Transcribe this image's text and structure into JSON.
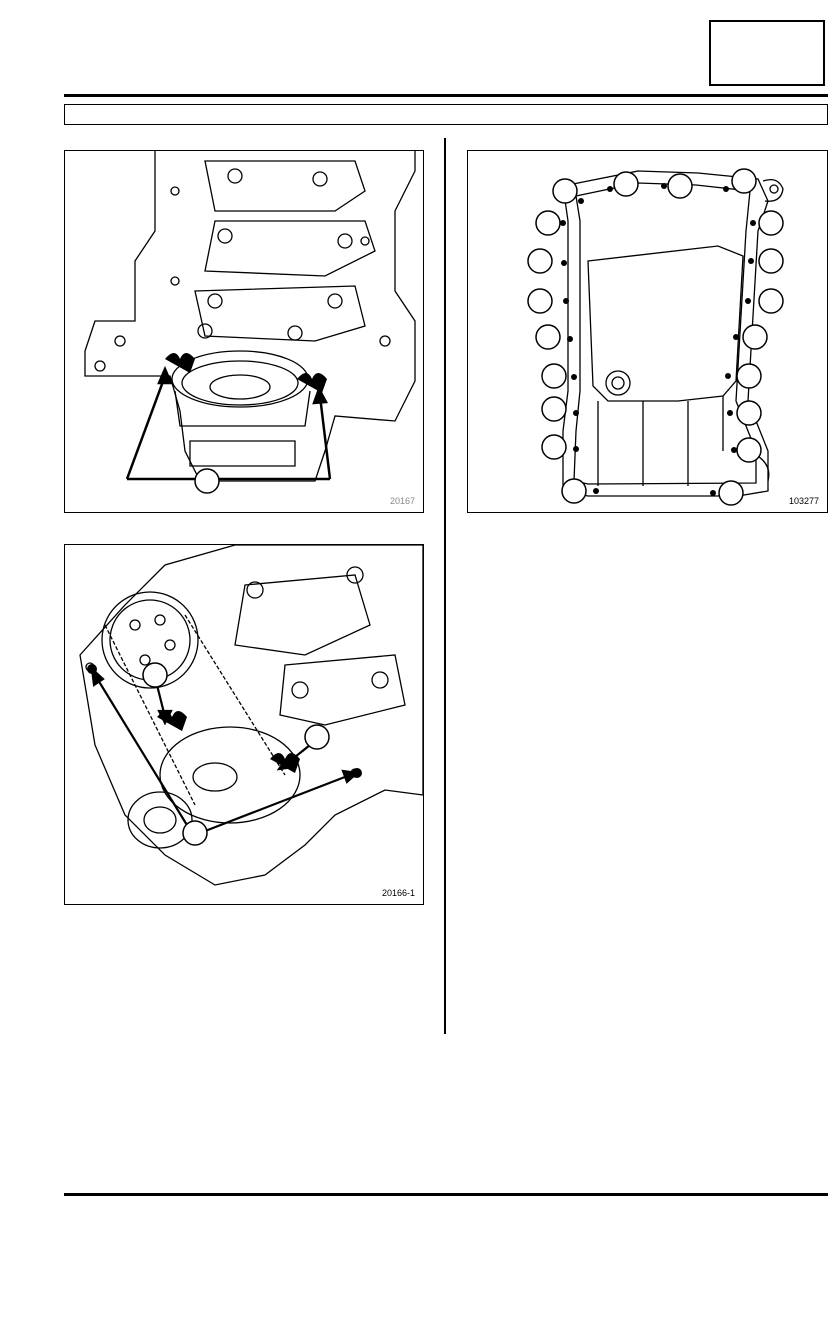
{
  "header": {
    "section_box_text": "",
    "title_bar_text": ""
  },
  "figures": [
    {
      "code": "20167"
    },
    {
      "code": "103277"
    },
    {
      "code": "20166-1"
    }
  ],
  "footer": {
    "text": ""
  }
}
